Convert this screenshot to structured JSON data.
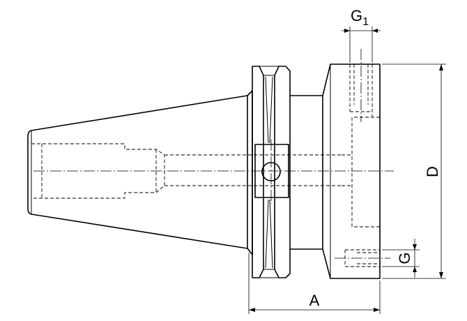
{
  "dimensions": {
    "g1": {
      "base": "G",
      "subscript": "1"
    },
    "d": "D",
    "g": "G",
    "a": "A"
  }
}
